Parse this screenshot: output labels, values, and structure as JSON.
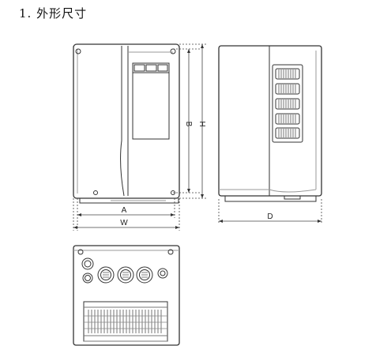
{
  "heading": {
    "number": "1.",
    "title": "外形尺寸"
  },
  "dimensions": {
    "A": "A",
    "W": "W",
    "B": "B",
    "H": "H",
    "D": "D"
  },
  "colors": {
    "line": "#333333",
    "panel_fill": "#ffffff",
    "shade": "#e6e6e6"
  }
}
